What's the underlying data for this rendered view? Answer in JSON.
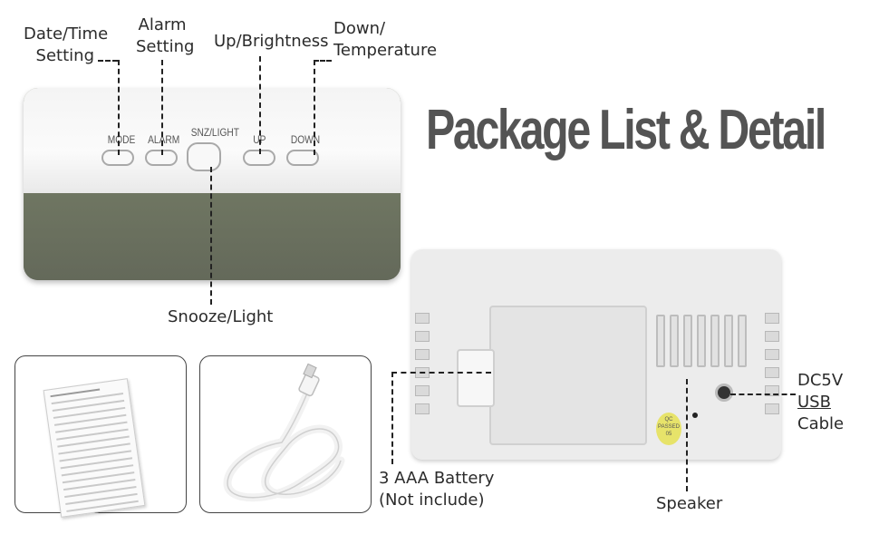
{
  "headline": "Package List & Detail",
  "callouts": {
    "date_time_line1": "Date/Time",
    "date_time_line2": "Setting",
    "alarm_line1": "Alarm",
    "alarm_line2": "Setting",
    "up_brightness": "Up/Brightness",
    "down_line1": "Down/",
    "down_line2": "Temperature",
    "snooze_light": "Snooze/Light",
    "dc5v": "DC5V",
    "usb": "USB",
    "cable": " Cable",
    "battery_line1": "3 AAA Battery",
    "battery_line2": "(Not include)",
    "speaker": "Speaker"
  },
  "buttons": {
    "mode": "MODE",
    "alarm": "ALARM",
    "snz_light": "SNZ/LIGHT",
    "up": "UP",
    "down": "DOWN"
  },
  "qc_label": {
    "line1": "QC",
    "line2": "PASSED",
    "line3": "05"
  },
  "colors": {
    "headline": "#545454",
    "screen": "#69705c",
    "qc_sticker": "#e7e36a"
  }
}
